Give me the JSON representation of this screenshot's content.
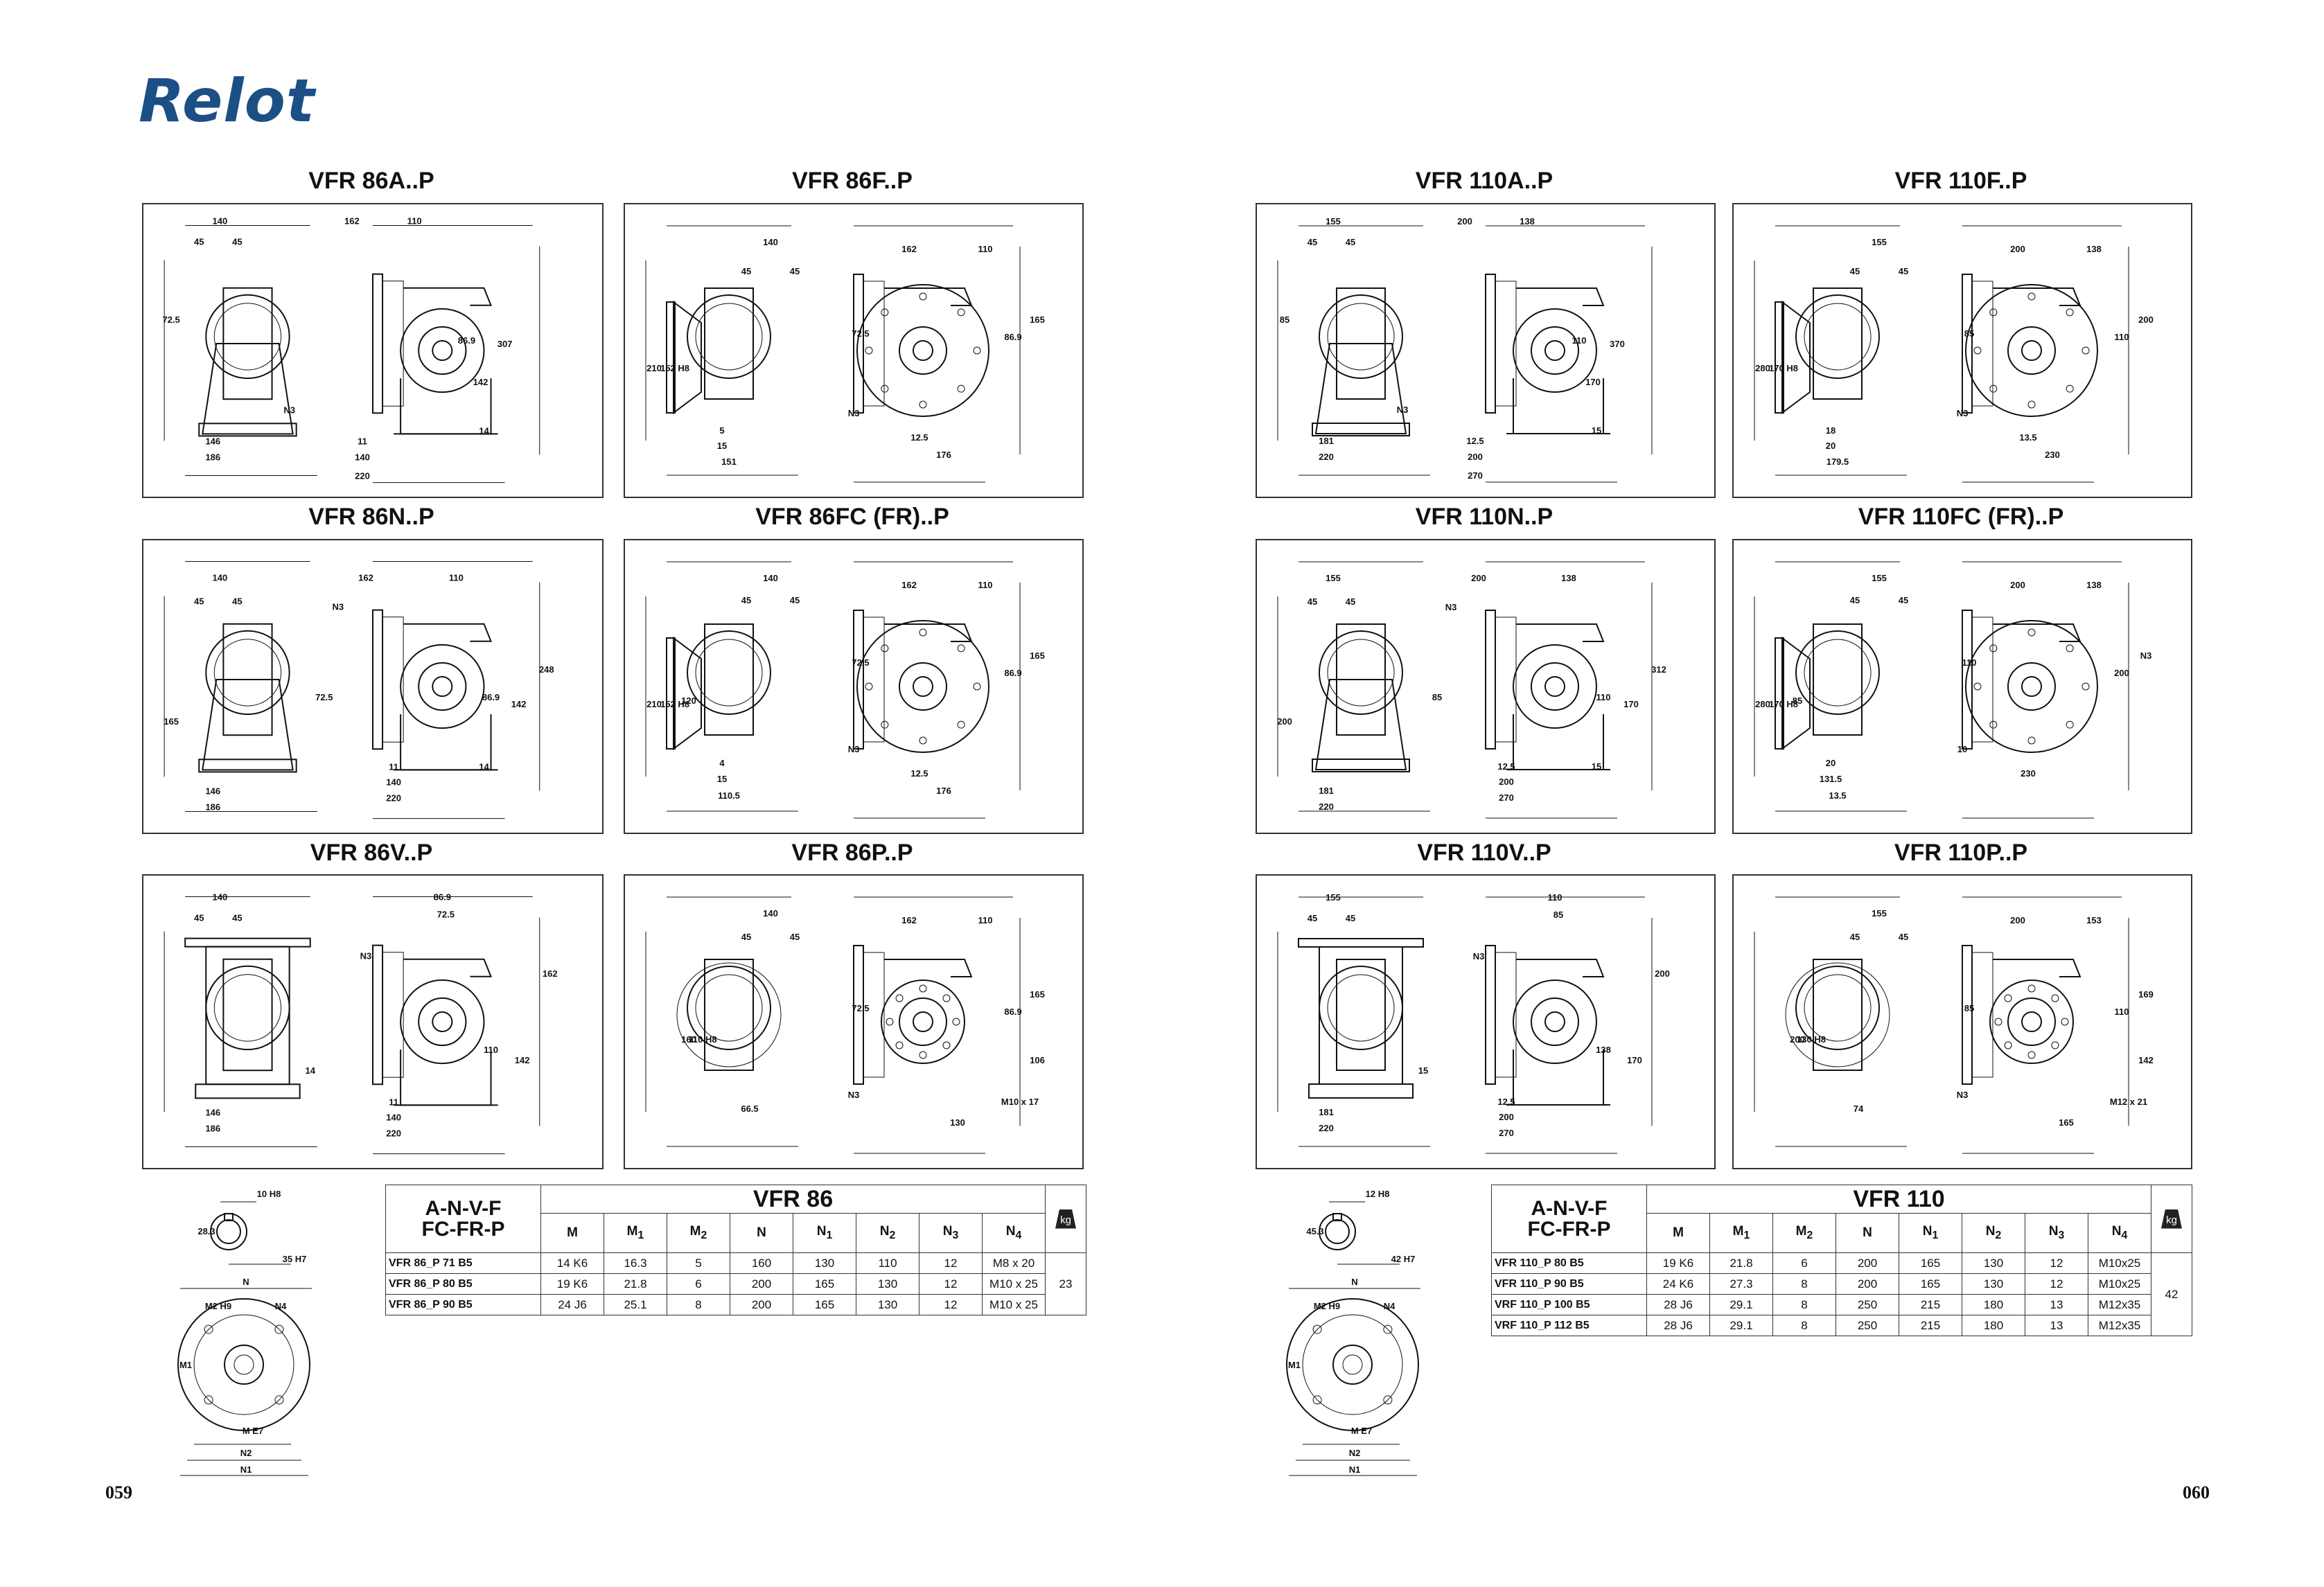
{
  "logo": "Relot",
  "page_left": "059",
  "page_right": "060",
  "drawings": [
    {
      "title": "VFR 86A..P",
      "type": "A",
      "labels": [
        "140",
        "45",
        "45",
        "162",
        "110",
        "72.5",
        "86.9",
        "307",
        "142",
        "N3",
        "146",
        "186",
        "11",
        "140",
        "220",
        "14"
      ]
    },
    {
      "title": "VFR 86F..P",
      "type": "F",
      "labels": [
        "140",
        "45",
        "45",
        "162",
        "110",
        "210",
        "152 H8",
        "72.5",
        "86.9",
        "165",
        "N3",
        "5",
        "15",
        "151",
        "12.5",
        "176"
      ]
    },
    {
      "title": "VFR 86N..P",
      "type": "N",
      "labels": [
        "140",
        "45",
        "45",
        "162",
        "110",
        "N3",
        "165",
        "72.5",
        "86.9",
        "142",
        "248",
        "146",
        "186",
        "11",
        "140",
        "220",
        "14"
      ]
    },
    {
      "title": "VFR 86FC (FR)..P",
      "type": "FC",
      "labels": [
        "140",
        "45",
        "45",
        "162",
        "110",
        "210",
        "152 H8",
        "120",
        "72.5",
        "86.9",
        "165",
        "N3",
        "4",
        "15",
        "110.5",
        "12.5",
        "176"
      ]
    },
    {
      "title": "VFR 86V..P",
      "type": "V",
      "labels": [
        "140",
        "45",
        "45",
        "86.9",
        "72.5",
        "N3",
        "162",
        "110",
        "142",
        "146",
        "186",
        "11",
        "140",
        "220",
        "14"
      ]
    },
    {
      "title": "VFR 86P..P",
      "type": "P",
      "labels": [
        "140",
        "45",
        "45",
        "162",
        "110",
        "160",
        "110 H8",
        "72.5",
        "86.9",
        "165",
        "106",
        "N3",
        "66.5",
        "130",
        "M10 x 17"
      ]
    },
    {
      "title": "VFR 110A..P",
      "type": "A",
      "labels": [
        "155",
        "45",
        "45",
        "200",
        "138",
        "85",
        "110",
        "370",
        "170",
        "N3",
        "181",
        "220",
        "12.5",
        "200",
        "270",
        "15"
      ]
    },
    {
      "title": "VFR 110F..P",
      "type": "F",
      "labels": [
        "155",
        "45",
        "45",
        "200",
        "138",
        "280",
        "170 H8",
        "85",
        "110",
        "200",
        "N3",
        "18",
        "20",
        "179.5",
        "13.5",
        "230"
      ]
    },
    {
      "title": "VFR 110N..P",
      "type": "N",
      "labels": [
        "155",
        "45",
        "45",
        "200",
        "138",
        "N3",
        "200",
        "85",
        "110",
        "170",
        "312",
        "181",
        "220",
        "12.5",
        "200",
        "270",
        "15"
      ]
    },
    {
      "title": "VFR 110FC (FR)..P",
      "type": "FC",
      "labels": [
        "155",
        "45",
        "45",
        "200",
        "138",
        "280",
        "170 H8",
        "85",
        "110",
        "200",
        "N3",
        "10",
        "20",
        "131.5",
        "13.5",
        "230"
      ]
    },
    {
      "title": "VFR 110V..P",
      "type": "V",
      "labels": [
        "155",
        "45",
        "45",
        "110",
        "85",
        "N3",
        "200",
        "138",
        "170",
        "181",
        "220",
        "12.5",
        "200",
        "270",
        "15"
      ]
    },
    {
      "title": "VFR 110P..P",
      "type": "P",
      "labels": [
        "155",
        "45",
        "45",
        "200",
        "153",
        "200",
        "130 H8",
        "85",
        "110",
        "169",
        "142",
        "N3",
        "74",
        "165",
        "M12 x 21"
      ]
    }
  ],
  "details": [
    {
      "shaft_hole": "10",
      "shaft_hole_tol": "H8",
      "key": "28.3",
      "key_len": "35",
      "key_len_tol": "H7",
      "N": "N",
      "M2": "M2 H9",
      "N4": "N4",
      "M1": "M1",
      "M": "M E7",
      "N2": "N2",
      "N1": "N1"
    },
    {
      "shaft_hole": "12",
      "shaft_hole_tol": "H8",
      "key": "45.3",
      "key_len": "42",
      "key_len_tol": "H7",
      "N": "N",
      "M2": "M2 H9",
      "N4": "N4",
      "M1": "M1",
      "M": "M E7",
      "N2": "N2",
      "N1": "N1"
    }
  ],
  "tables": [
    {
      "header_left": [
        "A-N-V-F",
        "FC-FR-P"
      ],
      "header_title": "VFR 86",
      "columns": [
        "M",
        "M1",
        "M2",
        "N",
        "N1",
        "N2",
        "N3",
        "N4",
        "kg"
      ],
      "rows": [
        [
          "VFR 86_P  71 B5",
          "14 K6",
          "16.3",
          "5",
          "160",
          "130",
          "110",
          "12",
          "M8 x 20"
        ],
        [
          "VFR 86_P  80 B5",
          "19 K6",
          "21.8",
          "6",
          "200",
          "165",
          "130",
          "12",
          "M10 x 25"
        ],
        [
          "VFR 86_P  90 B5",
          "24 J6",
          "25.1",
          "8",
          "200",
          "165",
          "130",
          "12",
          "M10 x 25"
        ]
      ],
      "weight": "23"
    },
    {
      "header_left": [
        "A-N-V-F",
        "FC-FR-P"
      ],
      "header_title": "VFR 110",
      "columns": [
        "M",
        "M1",
        "M2",
        "N",
        "N1",
        "N2",
        "N3",
        "N4",
        "kg"
      ],
      "rows": [
        [
          "VFR 110_P  80 B5",
          "19 K6",
          "21.8",
          "6",
          "200",
          "165",
          "130",
          "12",
          "M10x25"
        ],
        [
          "VFR 110_P  90 B5",
          "24 K6",
          "27.3",
          "8",
          "200",
          "165",
          "130",
          "12",
          "M10x25"
        ],
        [
          "VRF 110_P  100 B5",
          "28 J6",
          "29.1",
          "8",
          "250",
          "215",
          "180",
          "13",
          "M12x35"
        ],
        [
          "VRF 110_P  112 B5",
          "28 J6",
          "29.1",
          "8",
          "250",
          "215",
          "180",
          "13",
          "M12x35"
        ]
      ],
      "weight": "42"
    }
  ]
}
